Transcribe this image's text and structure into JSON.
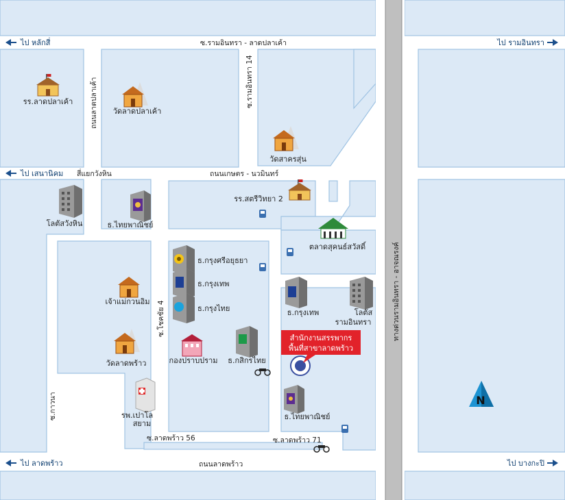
{
  "map": {
    "colors": {
      "block": "#dce9f6",
      "block_edge": "#9fc3e3",
      "road": "#ffffff",
      "highway": "#bfbfbf",
      "arrow": "#1b4f8c",
      "callout": "#e2222a"
    },
    "directions": {
      "top_left": "ไป หลักสี่",
      "top_right": "ไป รามอินทรา",
      "mid_left": "ไป เสนานิคม",
      "bottom_left": "ไป ลาดพร้าว",
      "bottom_right": "ไป บางกะปิ"
    },
    "roads": {
      "top": "ซ.รามอินทรา - ลาดปลาเค้า",
      "lat_pla_khao": "ถนนลาดปลาเค้า",
      "ram_14": "ซ.รามอินทรา 14",
      "kaset": "ถนนเกษตร - นวมินทร์",
      "intersection": "สี่แยกวังหิน",
      "chok_chai": "ซ.โชคชัย 4",
      "kha_na": "ซ.กาวนา",
      "soi_56": "ซ.ลาดพร้าว 56",
      "soi_71": "ซ.ลาดพร้าว 71",
      "lad_phrao": "ถนนลาดพร้าว",
      "expressway": "ทางด่วนรามอินทรา - อาจณรงค์"
    },
    "places": {
      "school_lat_pla_khao": "รร.ลาดปลาเค้า",
      "wat_lat_pla_khao": "วัดลาดปลาเค้า",
      "wat_sakhon_sun": "วัดสาครสุ่น",
      "lotus_wang_hin": "โลตัสวังหิน",
      "scb_1": "ธ.ไทยพาณิชย์",
      "school_satri": "รร.สตรีวิทยา 2",
      "market": "ตลาดสุคนธ์สวัสดิ์",
      "krungsri": "ธ.กรุงศรีอยุธยา",
      "bbl_1": "ธ.กรุงเทพ",
      "ktb": "ธ.กรุงไทย",
      "bbl_2": "ธ.กรุงเทพ",
      "lotus_ram_1": "โลตัส",
      "lotus_ram_2": "รามอินทรา",
      "shrine": "เจ้าแม่กวนอิม",
      "wat_lat_phrao": "วัดลาดพร้าว",
      "gong_prab": "กองปราบปราม",
      "kbank": "ธ.กสิกรไทย",
      "scb_2": "ธ.ไทยพาณิชย์",
      "hospital_1": "รพ.เปาโล",
      "hospital_2": "สยาม",
      "office_1": "สำนักงานสรรพากร",
      "office_2": "พื้นที่สาขาลาดพร้าว"
    },
    "north": "N"
  }
}
